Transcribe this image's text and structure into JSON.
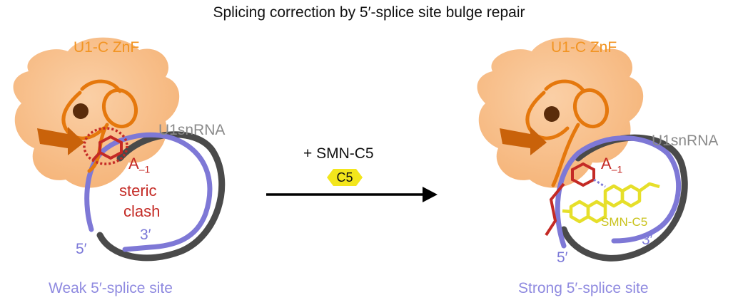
{
  "title": "Splicing correction by 5′-splice site bulge repair",
  "left": {
    "protein_label": "U1-C ZnF",
    "rna_label": "U1snRNA",
    "nucleotide_label": "A",
    "nucleotide_subscript": "–1",
    "clash_line1": "steric",
    "clash_line2": "clash",
    "end5_label": "5′",
    "end3_label": "3′",
    "caption": "Weak 5′-splice site"
  },
  "center": {
    "reagent_label": "+ SMN-C5",
    "badge_label": "C5"
  },
  "right": {
    "protein_label": "U1-C ZnF",
    "rna_label": "U1snRNA",
    "nucleotide_label": "A",
    "nucleotide_subscript": "–1",
    "compound_label": "SMN-C5",
    "end5_label": "5′",
    "end3_label": "3′",
    "caption": "Strong 5′-splice site"
  },
  "colors": {
    "protein_surface": "#f6a65a",
    "protein_cartoon": "#e5780d",
    "zinc": "#5a2c0b",
    "snrna_gray": "#4a4a4a",
    "premrna_blue": "#7e78d6",
    "adenine_red": "#c42a25",
    "compound_yellow": "#e6df2a",
    "badge_fill": "#f3e61c"
  },
  "icons": {
    "arrow": "right-arrow-icon",
    "badge": "hexagon-badge-icon"
  }
}
